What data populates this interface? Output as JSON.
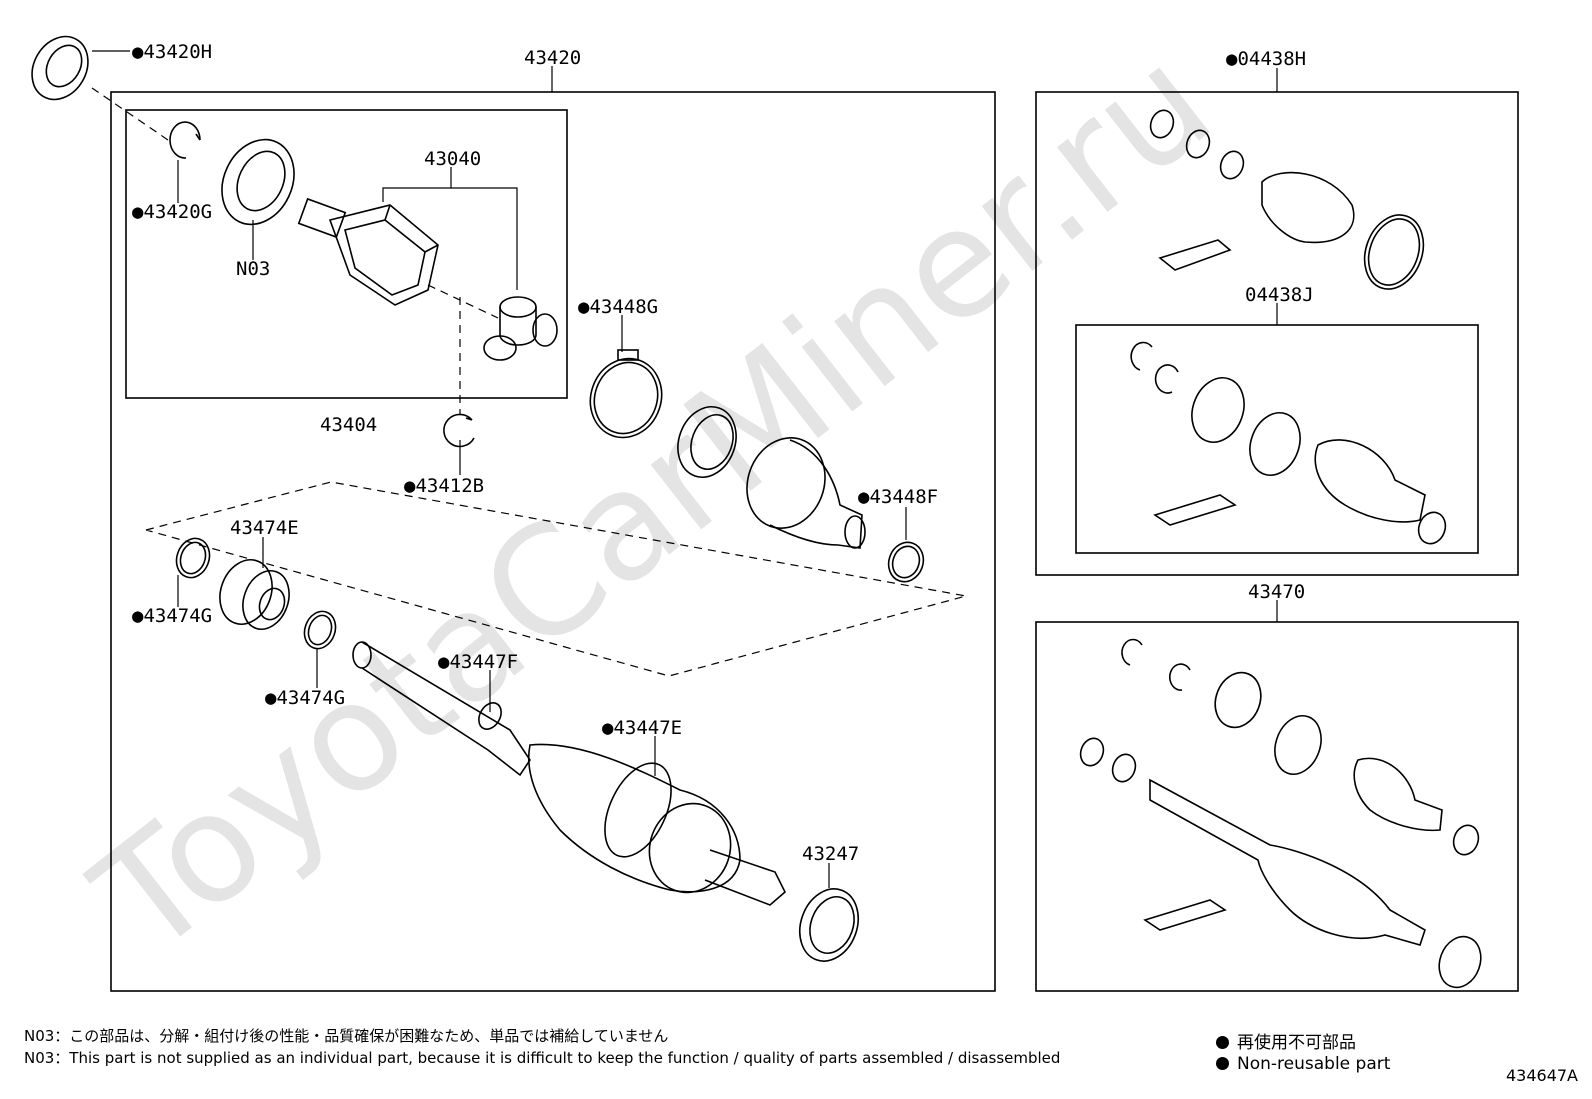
{
  "watermark": "ToyotaCarMiner.ru",
  "labels": {
    "l43420H": "●43420H",
    "l43420": "43420",
    "l04438H": "●04438H",
    "l43040": "43040",
    "l43420G": "●43420G",
    "lN03": "N03",
    "l43448G": "●43448G",
    "l04438J": "04438J",
    "l43404": "43404",
    "l43412B": "●43412B",
    "l43448F": "●43448F",
    "l43474E": "43474E",
    "l43474G_a": "●43474G",
    "l43474G_b": "●43474G",
    "l43447F": "●43447F",
    "l43447E": "●43447E",
    "l43470": "43470",
    "l43247": "43247"
  },
  "notes": {
    "jp": "N03：この部品は、分解・組付け後の性能・品質確保が困難なため、単品では補給していません",
    "en": "N03：This part is not supplied as an individual part, because it is difficult to keep the function / quality of parts  assembled / disassembled"
  },
  "legend": {
    "jp": "再使用不可部品",
    "en": "Non-reusable part"
  },
  "figure_number": "434647A"
}
